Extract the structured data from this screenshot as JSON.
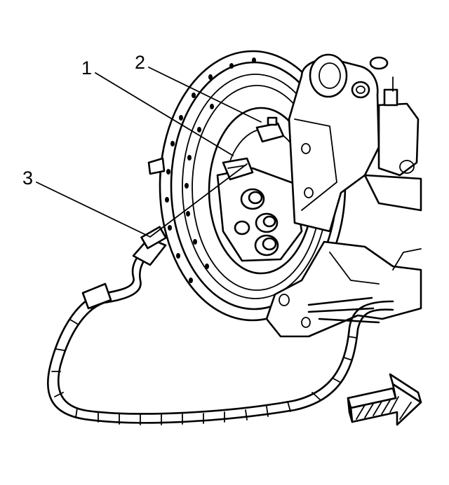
{
  "callouts": [
    {
      "id": "1",
      "label": "1"
    },
    {
      "id": "2",
      "label": "2"
    },
    {
      "id": "3",
      "label": "3"
    }
  ],
  "direction_arrow": {
    "icon": "forward-arrow-icon"
  }
}
